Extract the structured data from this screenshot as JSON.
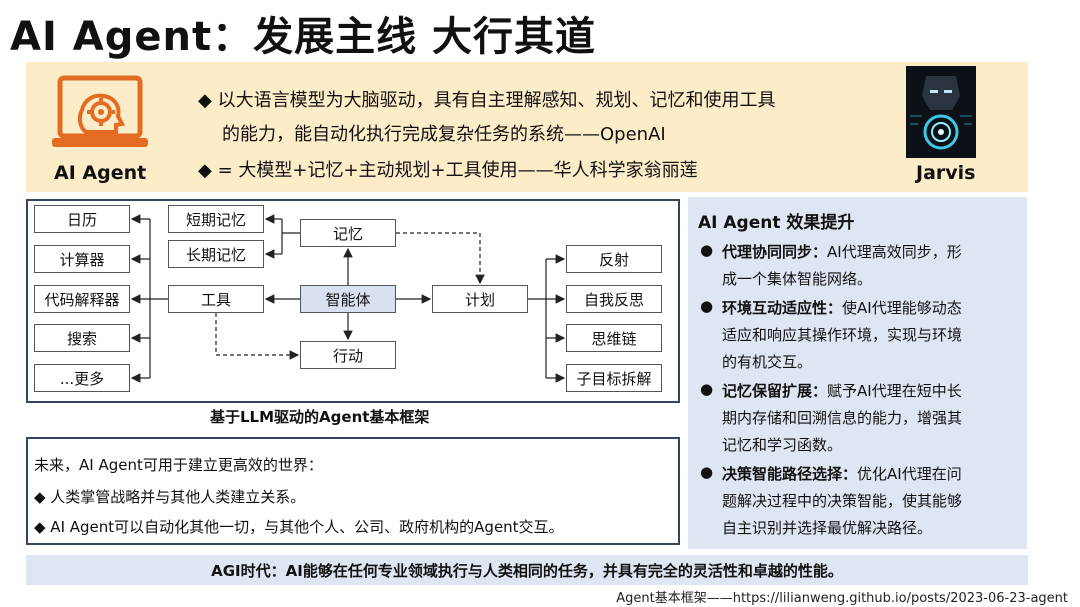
{
  "title": "AI Agent：发展主线 大行其道",
  "top": {
    "agent_label": "AI Agent",
    "jarvis_label": "Jarvis",
    "line1": "◆ 以大语言模型为大脑驱动，具有自主理解感知、规划、记忆和使用工具",
    "line2": "的能力，能自动化执行完成复杂任务的系统——OpenAI",
    "line3": "◆ = 大模型+记忆+主动规划+工具使用——华人科学家翁丽莲"
  },
  "diagram": {
    "center": "智能体",
    "memory": "记忆",
    "short_memory": "短期记忆",
    "long_memory": "长期记忆",
    "tools": "工具",
    "action": "行动",
    "plan": "计划",
    "tool_items": [
      "日历",
      "计算器",
      "代码解释器",
      "搜索",
      "...更多"
    ],
    "plan_items": [
      "反射",
      "自我反思",
      "思维链",
      "子目标拆解"
    ],
    "caption": "基于LLM驱动的Agent基本框架"
  },
  "future": {
    "intro": "未来，AI Agent可用于建立更高效的世界：",
    "items": [
      "◆  人类掌管战略并与其他人类建立关系。",
      "◆  AI Agent可以自动化其他一切，与其他个人、公司、政府机构的Agent交互。"
    ]
  },
  "effects": {
    "title": "AI Agent 效果提升",
    "items": [
      {
        "head": "代理协同同步：",
        "lines": [
          "AI代理高效同步，形",
          "成一个集体智能网络。"
        ]
      },
      {
        "head": "环境互动适应性：",
        "lines": [
          "使AI代理能够动态",
          "适应和响应其操作环境，实现与环境",
          "的有机交互。"
        ]
      },
      {
        "head": "记忆保留扩展：",
        "lines": [
          "赋予AI代理在短中长",
          "期内存储和回溯信息的能力，增强其",
          "记忆和学习函数。"
        ]
      },
      {
        "head": "决策智能路径选择：",
        "lines": [
          "优化AI代理在问",
          "题解决过程中的决策智能，使其能够",
          "自主识别并选择最优解决路径。"
        ]
      }
    ]
  },
  "agi": "AGI时代：AI能够在任何专业领域执行与人类相同的任务，并具有完全的灵活性和卓越的性能。",
  "footer": "Agent基本框架——https://lilianweng.github.io/posts/2023-06-23-agent",
  "colors": {
    "band": "#fcecc8",
    "panel": "#dfe6f3",
    "logo": "#e46c22",
    "center_node": "#d8e1f1",
    "frame": "#33455f"
  }
}
